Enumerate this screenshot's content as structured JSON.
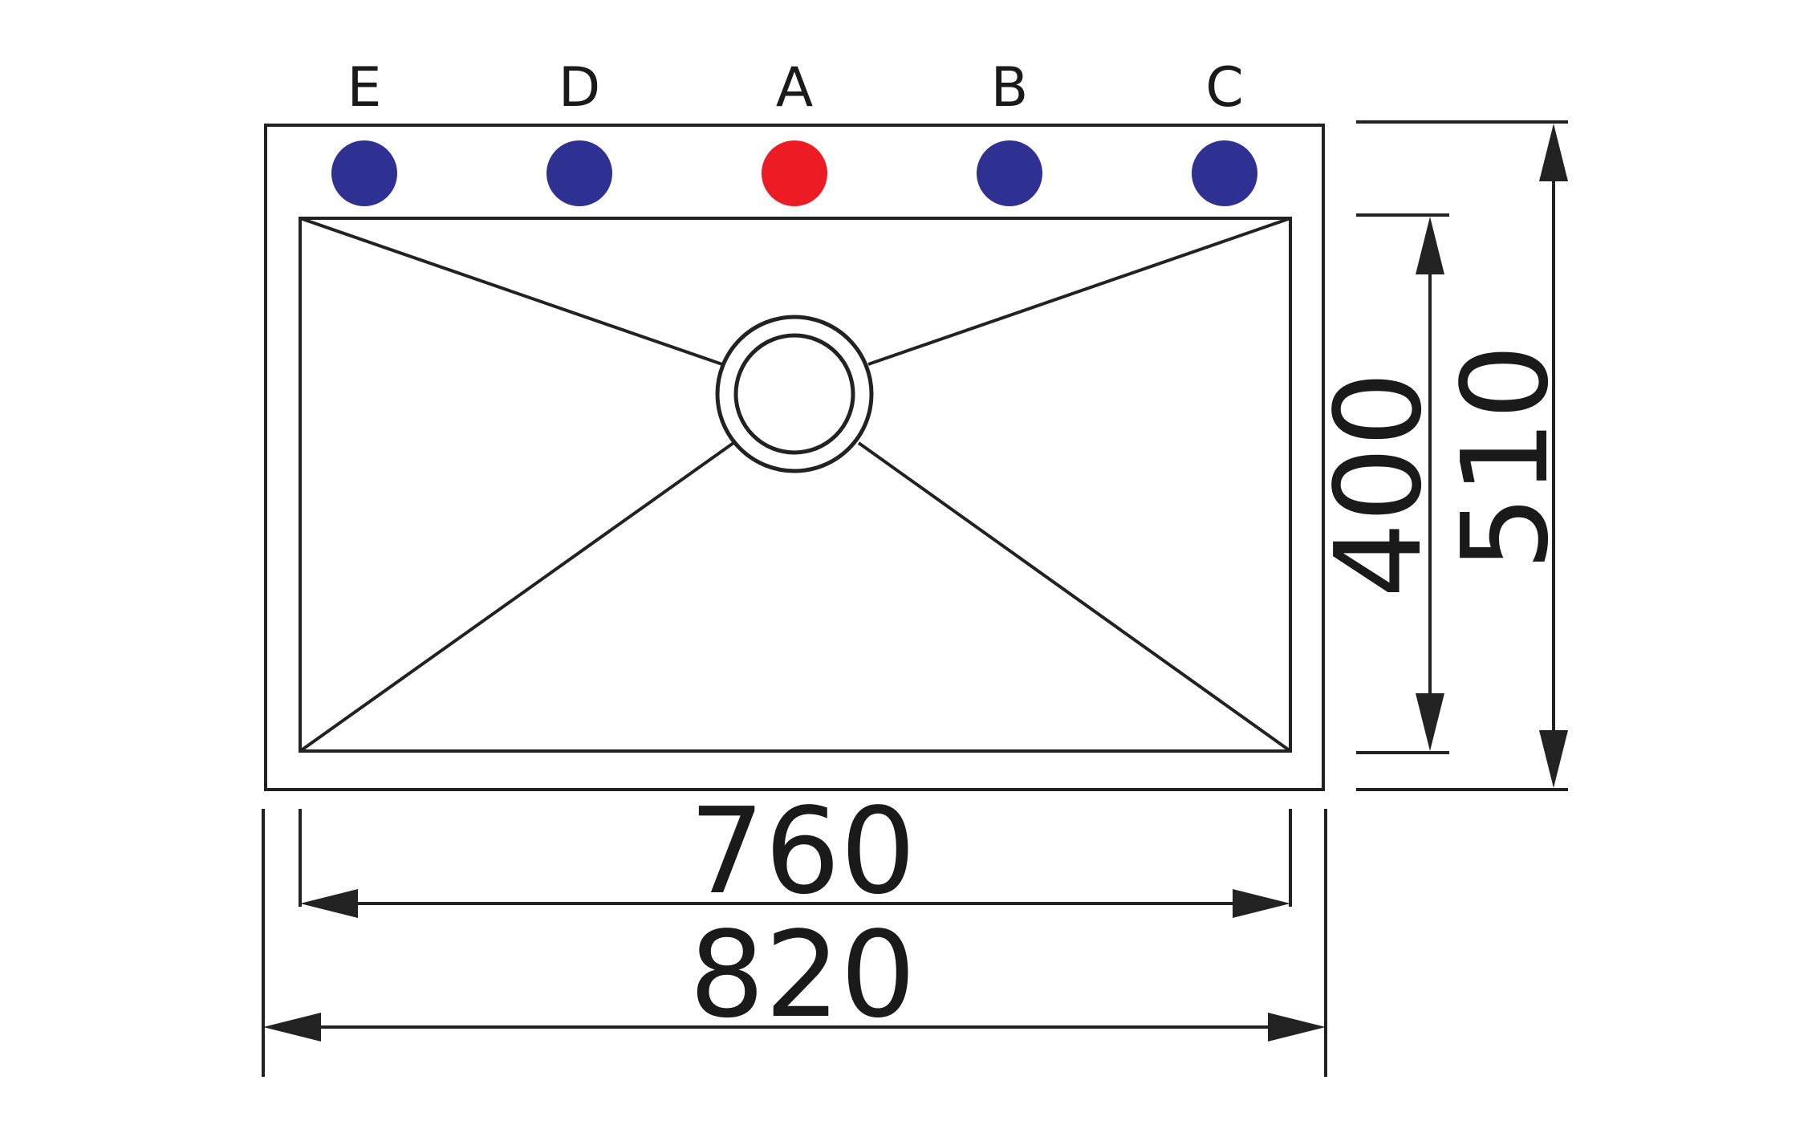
{
  "tap_holes": [
    {
      "label": "E",
      "color": "#2e3192"
    },
    {
      "label": "D",
      "color": "#2e3192"
    },
    {
      "label": "A",
      "color": "#ed1c24"
    },
    {
      "label": "B",
      "color": "#2e3192"
    },
    {
      "label": "C",
      "color": "#2e3192"
    }
  ],
  "dimensions": {
    "bowl_width": "760",
    "overall_width": "820",
    "bowl_depth": "400",
    "overall_depth": "510"
  },
  "colors": {
    "line": "#222222",
    "hole_default": "#2e3192",
    "hole_primary": "#ed1c24"
  }
}
